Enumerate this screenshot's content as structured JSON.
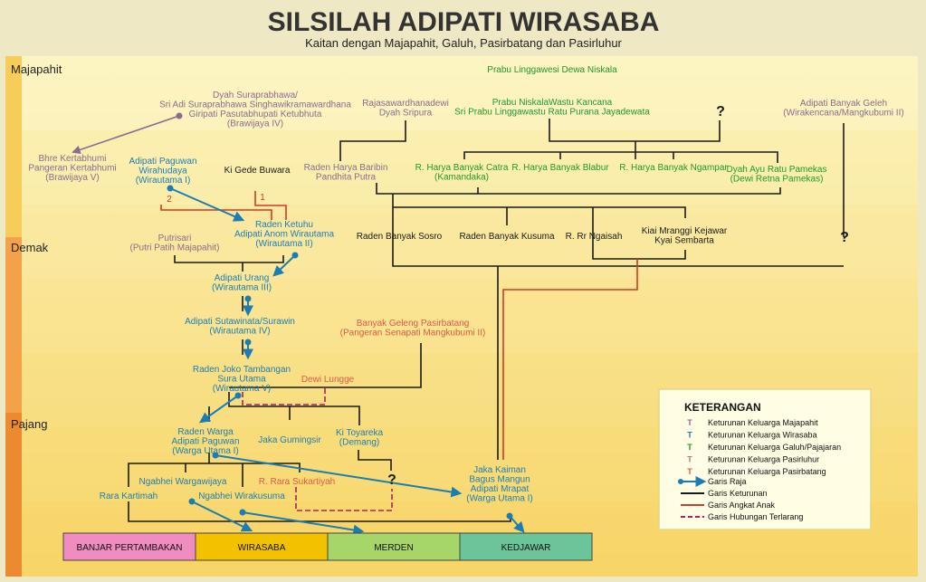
{
  "title": "SILSILAH ADIPATI WIRASABA",
  "subtitle": "Kaitan dengan Majapahit, Galuh, Pasirbatang dan Pasirluhur",
  "eras": [
    "Majapahit",
    "Demak",
    "Pajang"
  ],
  "colors": {
    "majapahit": "#8f6a8f",
    "wirasaba": "#1a7eb5",
    "galuh": "#1e9a2c",
    "pasirluhur": "#b07a8a",
    "pasirbatang": "#e05a4a",
    "black": "#1a1a1a",
    "raja": "#1a7eb5",
    "angkat": "#d03a2a",
    "terlarang": "#b0205a"
  },
  "persons": {
    "linggawesi": [
      "Prabu Linggawesi Dewa Niskala"
    ],
    "niskala": [
      "Prabu NiskalaWastu Kancana",
      "Sri Prabu Linggawastu Ratu Purana Jayadewata"
    ],
    "q1": [
      "?"
    ],
    "suraprabhawa": [
      "Dyah Suraprabhawa/",
      "Sri Adi Suraprabhawa Singhawikramawardhana",
      "Giripati Pasutabhupati Ketubhuta",
      "(Brawijaya IV)"
    ],
    "rajasa": [
      "Rajasawardhanadewi",
      "Dyah Sripura"
    ],
    "geleh": [
      "Adipati Banyak Geleh",
      "(Wirakencana/Mangkubumi II)"
    ],
    "kertabhumi": [
      "Bhre Kertabhumi",
      "Pangeran Kertabhumi",
      "(Brawijaya V)"
    ],
    "paguwan": [
      "Adipati Paguwan",
      "Wirahudaya",
      "(Wirautama I)"
    ],
    "buwara": [
      "Ki Gede Buwara"
    ],
    "baribin": [
      "Raden Harya Baribin",
      "Pandhita Putra"
    ],
    "catra": [
      "R. Harya Banyak Catra",
      "(Kamandaka)"
    ],
    "blabur": [
      "R. Harya Banyak Blabur"
    ],
    "ngampar": [
      "R. Harya Banyak Ngampar"
    ],
    "pamekas": [
      "Dyah Ayu Ratu Pamekas",
      "(Dewi Retna Pamekas)"
    ],
    "ketuhu": [
      "Raden Ketuhu",
      "Adipati Anom Wirautama",
      "(Wirautama II)"
    ],
    "sosro": [
      "Raden Banyak Sosro"
    ],
    "kusuma": [
      "Raden Banyak Kusuma"
    ],
    "ngaisah": [
      "R. Rr Ngaisah"
    ],
    "mranggi": [
      "Kiai Mranggi Kejawar",
      "Kyai Sembarta"
    ],
    "q2": [
      "?"
    ],
    "putrisari": [
      "Putrisari",
      "(Putri Patih Majapahit)"
    ],
    "urang": [
      "Adipati Urang",
      "(Wirautama III)"
    ],
    "sutawinata": [
      "Adipati Sutawinata/Surawin",
      "(Wirautama IV)"
    ],
    "geleng": [
      "Banyak Geleng Pasirbatang",
      "(Pangeran Senapati Mangkubumi II)"
    ],
    "joko": [
      "Raden Joko Tambangan",
      "Sura Utama",
      "(Wirautama V)"
    ],
    "lungge": [
      "Dewi Lungge"
    ],
    "warga": [
      "Raden Warga",
      "Adipati Paguwan",
      "(Warga Utama I)"
    ],
    "gumingsir": [
      "Jaka Gumingsir"
    ],
    "toyareka": [
      "Ki Toyareka",
      "(Demang)"
    ],
    "wargawijaya": [
      "Ngabhei Wargawijaya"
    ],
    "sukartiyah": [
      "R. Rara Sukartiyah"
    ],
    "q3": [
      "?"
    ],
    "kaiman": [
      "Jaka Kaiman",
      "Bagus Mangun",
      "Adipati Mrapat",
      "(Warga Utama I)"
    ],
    "kartimah": [
      "Rara Kartimah"
    ],
    "wirakusuma": [
      "Ngabhei Wirakusuma"
    ]
  },
  "markers": {
    "one": "1",
    "two": "2"
  },
  "regions": [
    "BANJAR PERTAMBAKAN",
    "WIRASABA",
    "MERDEN",
    "KEDJAWAR"
  ],
  "region_colors": [
    "#f08cc0",
    "#f2c100",
    "#a6d66a",
    "#6cc59a"
  ],
  "legend": {
    "title": "KETERANGAN",
    "marker_glyph": "T",
    "family_items": [
      "Keturunan Keluarga Majapahit",
      "Keturunan Keluarga Wirasaba",
      "Keturunan Keluarga Galuh/Pajajaran",
      "Keturunan Keluarga Pasirluhur",
      "Keturunan Keluarga Pasirbatang"
    ],
    "line_items": [
      "Garis Raja",
      "Garis Keturunan",
      "Garis Angkat Anak",
      "Garis Hubungan Terlarang"
    ]
  }
}
